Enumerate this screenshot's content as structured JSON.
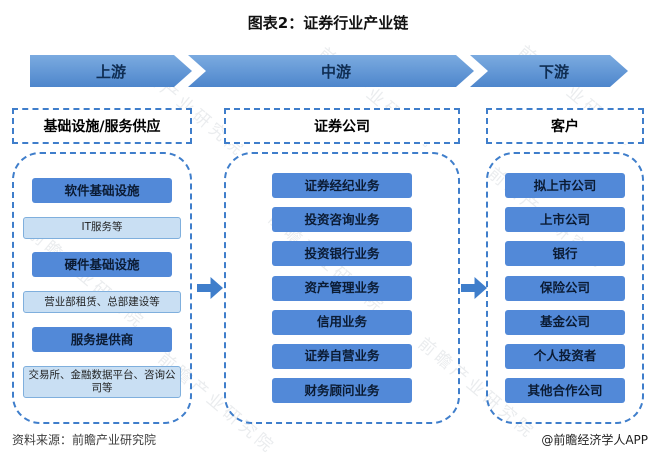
{
  "title": "图表2：证券行业产业链",
  "banners": [
    {
      "label": "上游"
    },
    {
      "label": "中游"
    },
    {
      "label": "下游"
    }
  ],
  "columns": [
    {
      "header": "基础设施/服务供应",
      "items": [
        {
          "label": "软件基础设施",
          "style": "solid"
        },
        {
          "label": "IT服务等",
          "style": "light"
        },
        {
          "label": "硬件基础设施",
          "style": "solid"
        },
        {
          "label": "营业部租赁、总部建设等",
          "style": "light"
        },
        {
          "label": "服务提供商",
          "style": "solid"
        },
        {
          "label": "交易所、金融数据平台、咨询公司等",
          "style": "light"
        }
      ]
    },
    {
      "header": "证券公司",
      "items": [
        {
          "label": "证券经纪业务",
          "style": "solid"
        },
        {
          "label": "投资咨询业务",
          "style": "solid"
        },
        {
          "label": "投资银行业务",
          "style": "solid"
        },
        {
          "label": "资产管理业务",
          "style": "solid"
        },
        {
          "label": "信用业务",
          "style": "solid"
        },
        {
          "label": "证券自营业务",
          "style": "solid"
        },
        {
          "label": "财务顾问业务",
          "style": "solid"
        }
      ]
    },
    {
      "header": "客户",
      "items": [
        {
          "label": "拟上市公司",
          "style": "solid"
        },
        {
          "label": "上市公司",
          "style": "solid"
        },
        {
          "label": "银行",
          "style": "solid"
        },
        {
          "label": "保险公司",
          "style": "solid"
        },
        {
          "label": "基金公司",
          "style": "solid"
        },
        {
          "label": "个人投资者",
          "style": "solid"
        },
        {
          "label": "其他合作公司",
          "style": "solid"
        }
      ]
    }
  ],
  "footer": {
    "source": "资料来源：前瞻产业研究院",
    "brand": "@前瞻经济学人APP"
  },
  "watermark": {
    "text": "前瞻产业研究院"
  },
  "colors": {
    "banner_blue": "#5B9BD5",
    "item_solid_blue": "#5289D8",
    "item_light_blue": "#C9DFF3",
    "dashed_border_blue": "#3F7ECB"
  }
}
